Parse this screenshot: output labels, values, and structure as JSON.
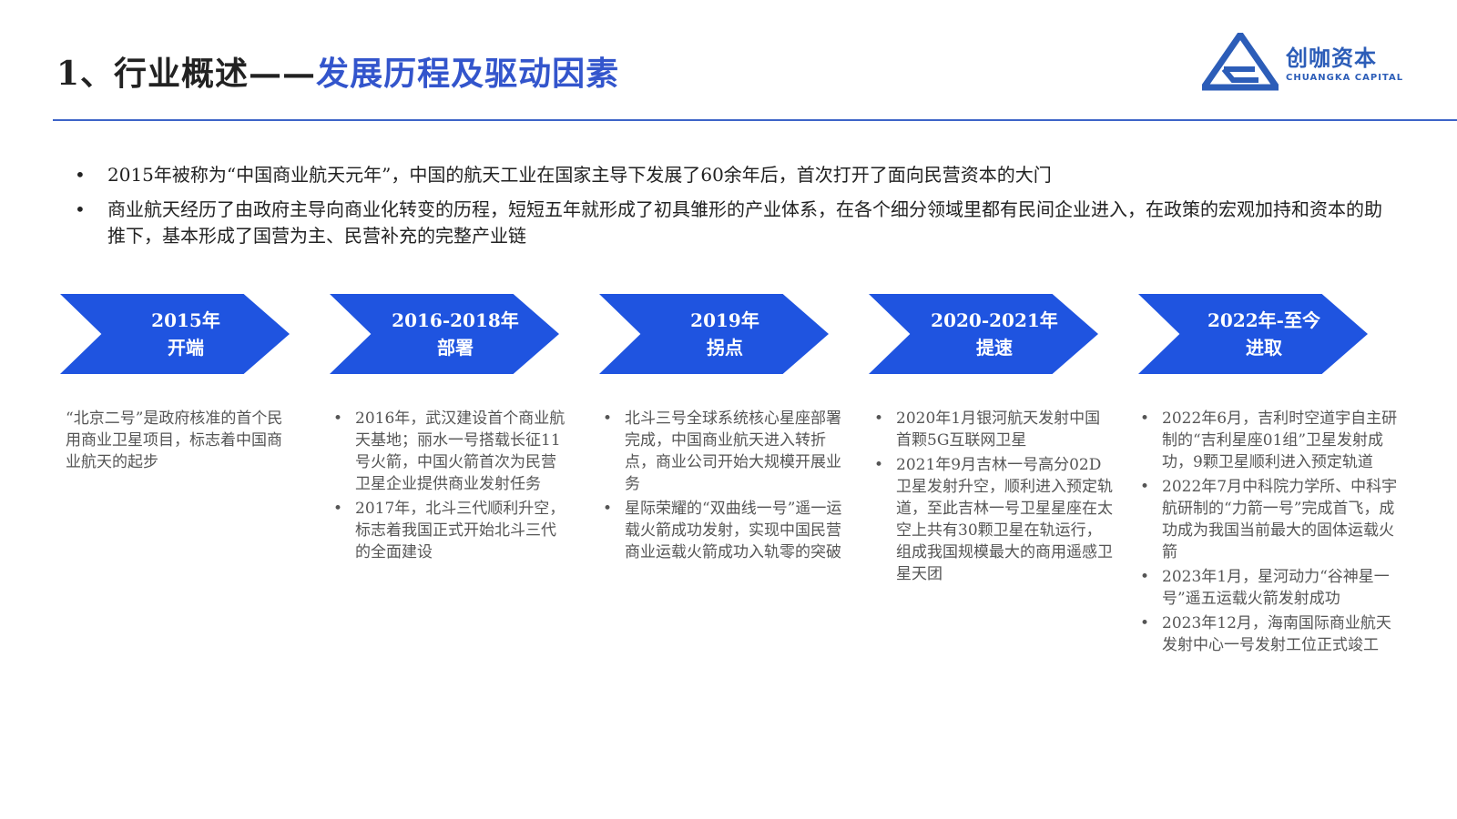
{
  "header": {
    "title_prefix": "1、行业概述——",
    "title_highlight": "发展历程及驱动因素",
    "logo": {
      "name_cn": "创咖资本",
      "name_en": "CHUANGKA CAPITAL",
      "brand_color": "#2c5db8"
    }
  },
  "intro": [
    "2015年被称为“中国商业航天元年”，中国的航天工业在国家主导下发展了60余年后，首次打开了面向民营资本的大门",
    "商业航天经历了由政府主导向商业化转变的历程，短短五年就形成了初具雏形的产业体系，在各个细分领域里都有民间企业进入，在政策的宏观加持和资本的助推下，基本形成了国营为主、民营补充的完整产业链"
  ],
  "timeline": [
    {
      "period": "2015年",
      "stage": "开端"
    },
    {
      "period": "2016-2018年",
      "stage": "部署"
    },
    {
      "period": "2019年",
      "stage": "拐点"
    },
    {
      "period": "2020-2021年",
      "stage": "提速"
    },
    {
      "period": "2022年-至今",
      "stage": "进取"
    }
  ],
  "details": {
    "col1": "“北京二号”是政府核准的首个民用商业卫星项目，标志着中国商业航天的起步",
    "col2": [
      "2016年，武汉建设首个商业航天基地；丽水一号搭载长征11号火箭，中国火箭首次为民营卫星企业提供商业发射任务",
      "2017年，北斗三代顺利升空，标志着我国正式开始北斗三代的全面建设"
    ],
    "col3": [
      "北斗三号全球系统核心星座部署完成，中国商业航天进入转折点，商业公司开始大规模开展业务",
      "星际荣耀的“双曲线一号”遥一运载火箭成功发射，实现中国民营商业运载火箭成功入轨零的突破"
    ],
    "col4": [
      "2020年1月银河航天发射中国首颗5G互联网卫星",
      "2021年9月吉林一号高分02D卫星发射升空，顺利进入预定轨道，至此吉林一号卫星星座在太空上共有30颗卫星在轨运行，组成我国规模最大的商用遥感卫星天团"
    ],
    "col5": [
      "2022年6月，吉利时空道宇自主研制的“吉利星座01组”卫星发射成功，9颗卫星顺利进入预定轨道",
      "2022年7月中科院力学所、中科宇航研制的“力箭一号”完成首飞，成功成为我国当前最大的固体运载火箭",
      "2023年1月，星河动力“谷神星一号”遥五运载火箭发射成功",
      "2023年12月，海南国际商业航天发射中心一号发射工位正式竣工"
    ]
  },
  "colors": {
    "accent": "#1f54e0",
    "title_highlight": "#3355cc",
    "rule": "#3d64c8"
  }
}
